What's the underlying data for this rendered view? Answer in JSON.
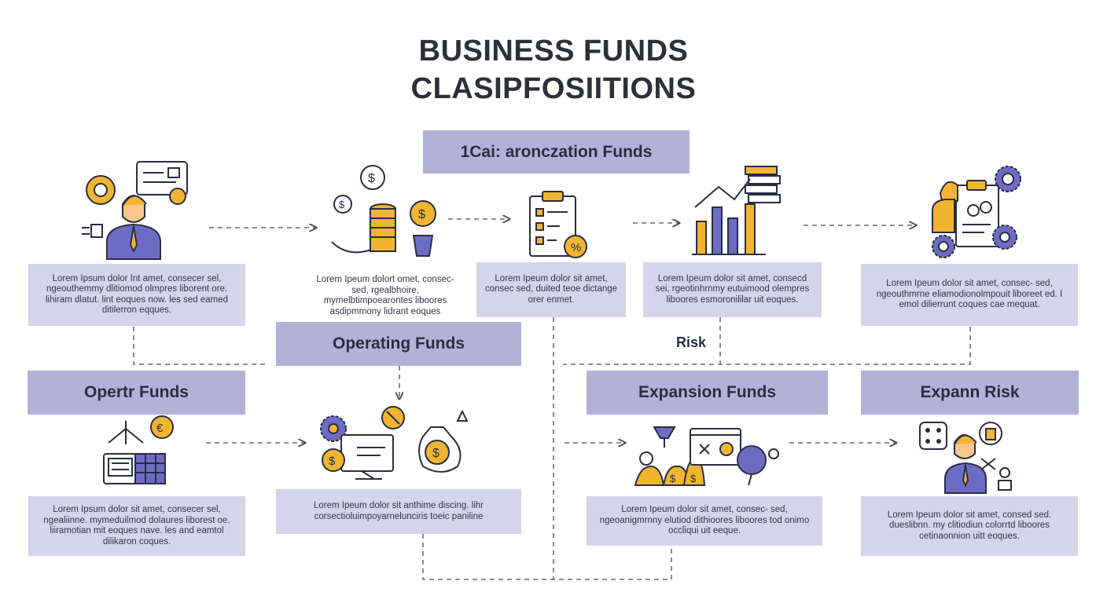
{
  "title": {
    "line1": "BUSINESS FUNDS",
    "line2": "CLASIPFOSIITIONS"
  },
  "headers": {
    "top": "1Cai: aronczation Funds",
    "operating": "Operating Funds",
    "risk": "Risk",
    "opertr": "Opertr Funds",
    "expansion": "Expansion Funds",
    "expann_risk": "Expann Risk"
  },
  "boxes": {
    "r1c1": "Lorem Ipsum dolor Int amet, consecer sel, ngeouthemmy dlitiomod olmpres liborent ore. lihiram dlatut. lint eoques now. les sed eamed ditilerron eqques.",
    "r1c2": "Lorem Ipeum dolort omet, consec- sed, rgealbhoire, mymelbtimpoearontes liboores asdipmmony lidrant eoques",
    "r1c3": "Lorem Ipeum dolor sit amet, consec sed, duited teoe dictange orer enmet.",
    "r1c4": "Lorem Ipeum dolor sit amet, consecd sei, rgeotinhrnmy eutuimood olempres liboores esmoronililar uit eoques.",
    "r1c5": "Lorem Ipeum dolor sit amet, consec- sed, ngeouthmrne eliamodionolmpouit liboreet ed. I emol dilierrunt coques cae mequat.",
    "r2c1": "Lorem Ipsum dolor sit amet, consecer sel, ngealiinne. mymeduilmod dolaures liborest oe. liiramotian mit eoques nave. les and eamtol dilikaron coques.",
    "r2c2": "Lorem Ipeum dolor sit anthime discing. lihr corsectioluimpoyarnelunciris toeic paniline",
    "r2c3": "Lorem Ipeum dolor sit amet, consec- sed, ngeoanigmrnny elutiod dithioores liboores tod onimo occliqui uit eeque.",
    "r2c4": "Lorem Ipeum dolor sit amet, consed sed. dueslibnn. my clitiodiun colorrtd liboores cetinaonnion uitt eoques."
  },
  "colors": {
    "header_bg": "#b4b1d8",
    "box_bg": "#d6d4ea",
    "accent_yellow": "#f2b531",
    "accent_purple": "#6d6cc4",
    "line": "#4a4a55"
  },
  "icons": {
    "r1c1": "customer-service-person-icon",
    "r1c2": "coins-stack-icon",
    "r1c3": "checklist-clipboard-icon",
    "r1c4": "bar-chart-growth-icon",
    "r1c5": "analyst-gears-icon",
    "r2c1": "payment-terminal-icon",
    "r2c2": "computer-money-bag-icon",
    "r2c3": "investment-tools-icon",
    "r2c4": "businessman-risk-icon"
  }
}
